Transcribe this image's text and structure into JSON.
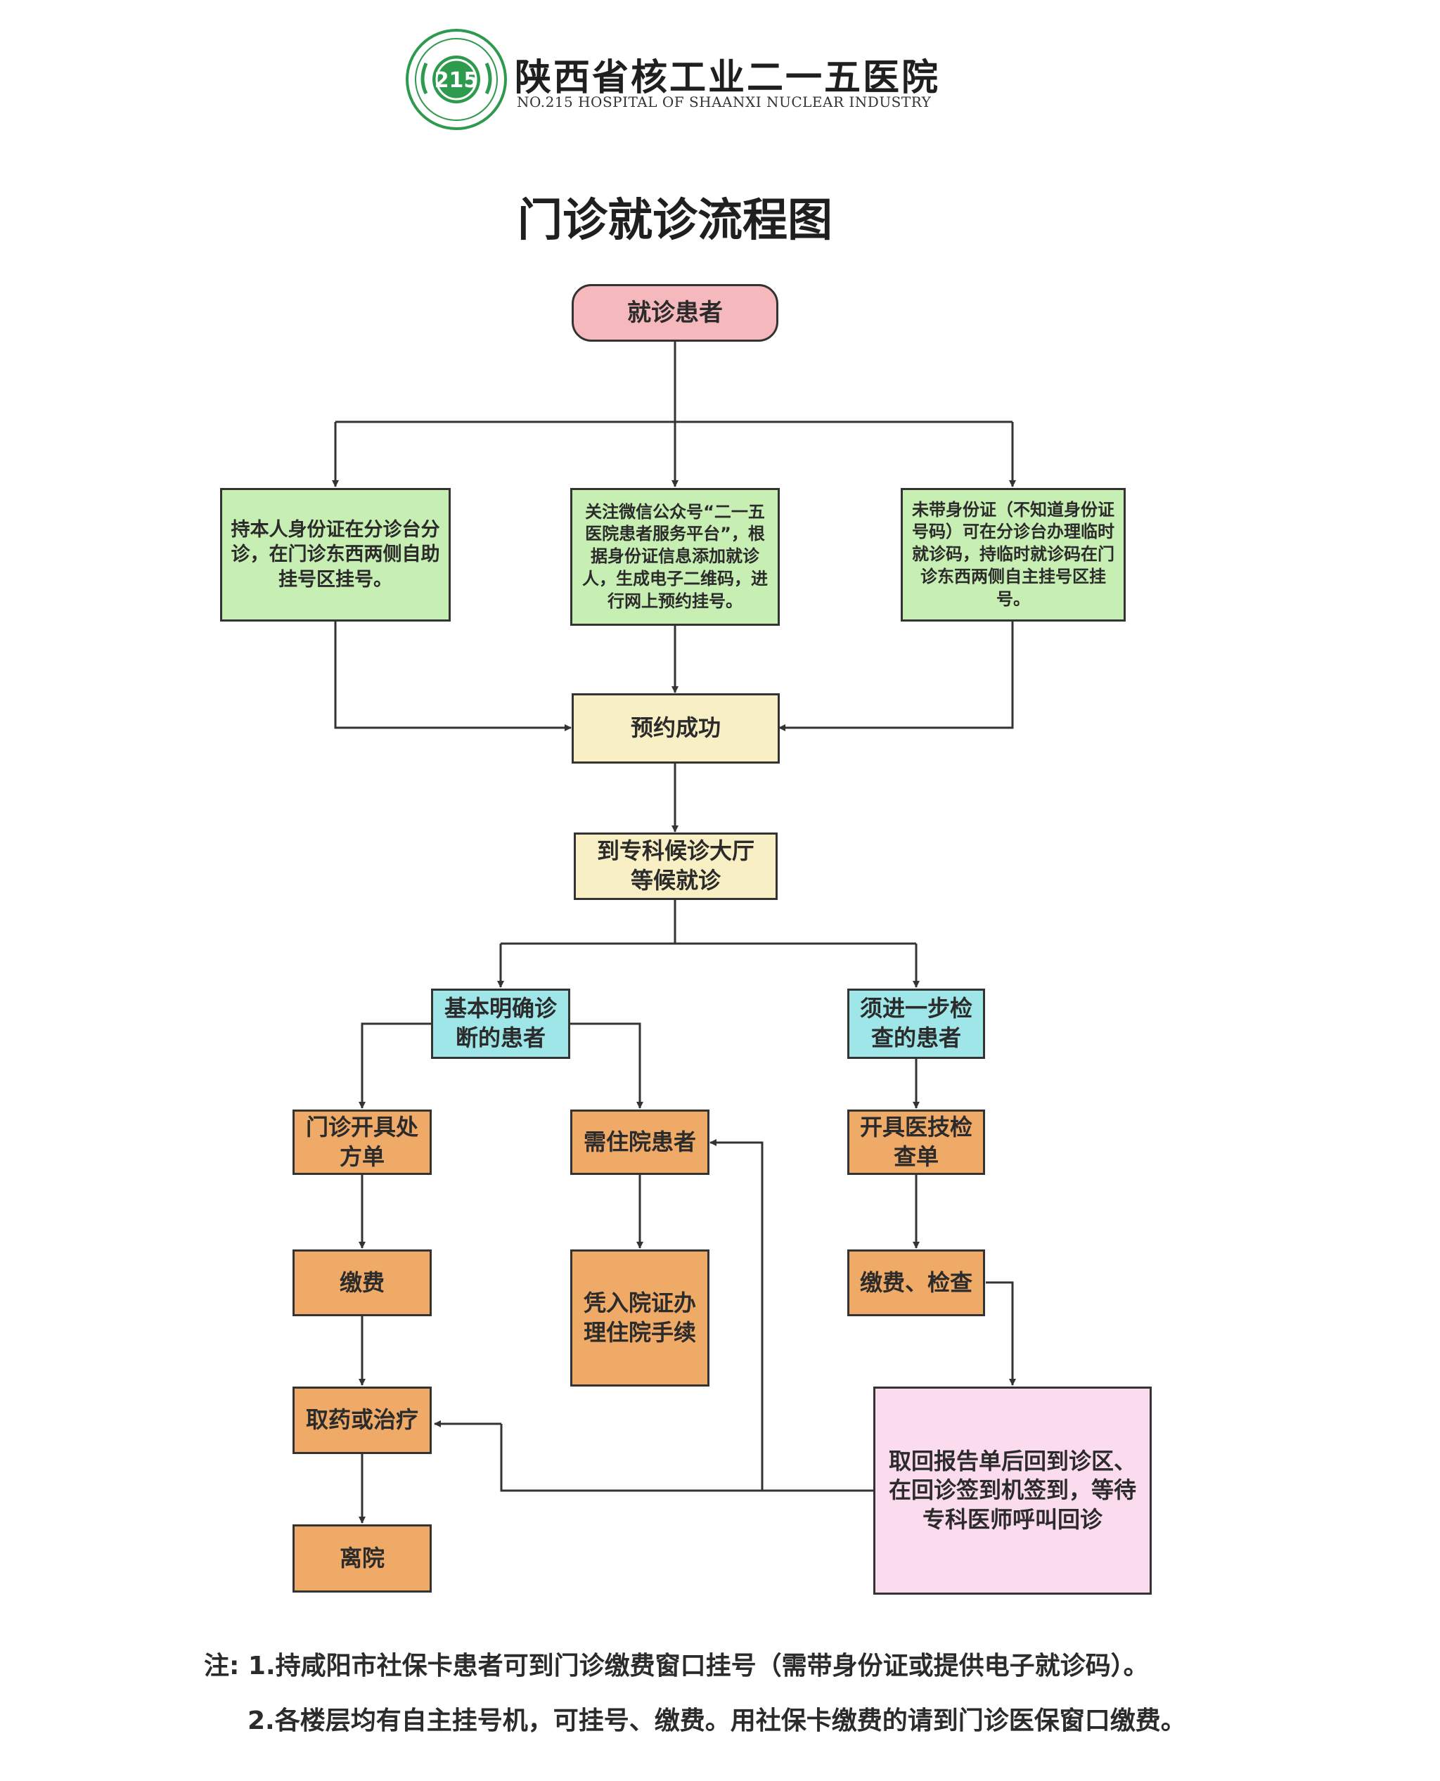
{
  "header": {
    "logo_text": "215",
    "hospital_name": "陕西省核工业二一五医院",
    "hospital_name_en": "NO.215 HOSPITAL OF SHAANXI NUCLEAR INDUSTRY"
  },
  "title": "门诊就诊流程图",
  "nodes": {
    "start": "就诊患者",
    "opt_id_card": "持本人身份证在分诊台分诊，在门诊东西两侧自助挂号区挂号。",
    "opt_wechat": "关注微信公众号“二一五医院患者服务平台”，根据身份证信息添加就诊人，生成电子二维码，进行网上预约挂号。",
    "opt_no_id": "未带身份证（不知道身份证号码）可在分诊台办理临时就诊码，持临时就诊码在门诊东西两侧自主挂号区挂号。",
    "booking_success": "预约成功",
    "wait_hall": "到专科候诊大厅\n等候就诊",
    "basic_diag": "基本明确诊\n断的患者",
    "further_exam": "须进一步检\n查的患者",
    "prescription": "门诊开具处\n方单",
    "inpatient": "需住院患者",
    "exam_order": "开具医技检\n查单",
    "pay1": "缴费",
    "admission": "凭入院证办\n理住院手续",
    "pay_exam": "缴费、检查",
    "medicine": "取药或治疗",
    "report_return": "取回报告单后回到诊区、在回诊签到机签到，等待专科医师呼叫回诊",
    "leave": "离院"
  },
  "notes": {
    "note1": "注: 1.持咸阳市社保卡患者可到门诊缴费窗口挂号（需带身份证或提供电子就诊码）。",
    "note2": "2.各楼层均有自主挂号机，可挂号、缴费。用社保卡缴费的请到门诊医保窗口缴费。"
  },
  "colors": {
    "start": "#f4b8bd",
    "register_options": "#c8efb3",
    "booking": "#f8f0c4",
    "patient_type": "#9ee6e8",
    "steps": "#efaa68",
    "report": "#fbdcee",
    "logo_green": "#2e9a4e"
  }
}
